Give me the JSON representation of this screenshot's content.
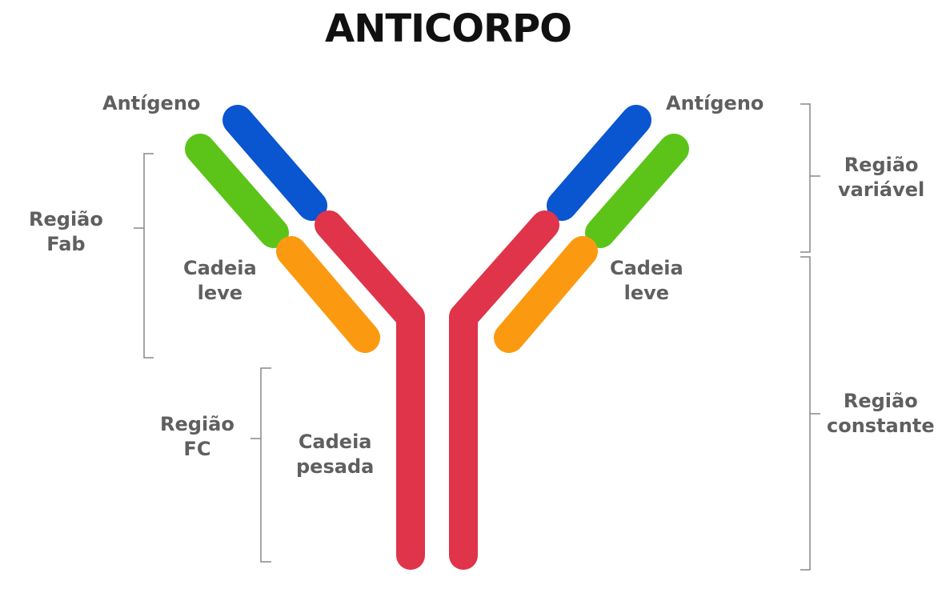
{
  "title": "ANTICORPO",
  "labels": {
    "antigen_left": "Antígeno",
    "antigen_right": "Antígeno",
    "fab": [
      "Região",
      "Fab"
    ],
    "light_chain_left": [
      "Cadeia",
      "leve"
    ],
    "light_chain_right": [
      "Cadeia",
      "leve"
    ],
    "fc": [
      "Região",
      "FC"
    ],
    "heavy_chain": [
      "Cadeia",
      "pesada"
    ],
    "variable_region": [
      "Região",
      "variável"
    ],
    "constant_region": [
      "Região",
      "constante"
    ]
  },
  "colors": {
    "variable_heavy": "#0a55d0",
    "variable_light": "#5cc419",
    "constant_light": "#fb9a10",
    "heavy_chain": "#e0344a",
    "bracket": "#888888",
    "text": "#5f5f5f"
  }
}
